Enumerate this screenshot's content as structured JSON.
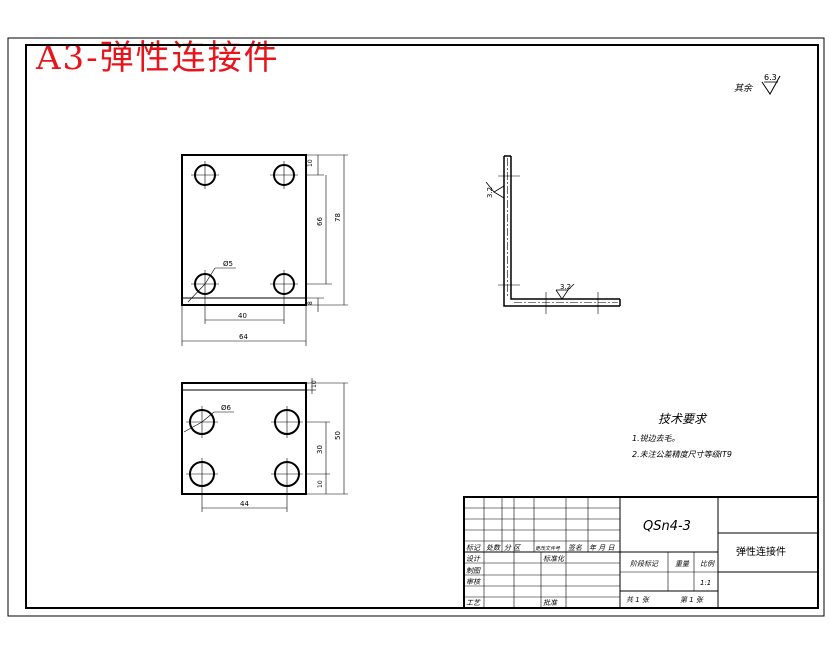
{
  "sheet_title": "A3-弹性连接件",
  "surface_finish": {
    "label": "其余",
    "value": "6.3"
  },
  "top_view": {
    "dims": {
      "hole_top_offset": "10",
      "hole_spacing_v": "66",
      "height_total": "78",
      "hole_diameter": "Ø5",
      "hole_spacing_h": "40",
      "width_total": "64",
      "bottom_offset": "8"
    }
  },
  "side_view": {
    "roughness_vertical": "3.2",
    "roughness_horizontal": "3.2"
  },
  "bottom_view": {
    "dims": {
      "hole_diameter": "Ø6",
      "top_offset": "10",
      "hole_spacing_v": "30",
      "height_total": "50",
      "bottom_offset": "10",
      "hole_spacing_h": "44"
    }
  },
  "tech_requirements": {
    "heading": "技术要求",
    "items": [
      "1.锐边去毛。",
      "2.未注公差精度尺寸等级IT9"
    ]
  },
  "title_block": {
    "material": "QSn4-3",
    "part_name": "弹性连接件",
    "rev_header": [
      "标记",
      "处数",
      "分 区",
      "更改文件号",
      "签名",
      "年 月 日"
    ],
    "designed": "设计",
    "standardized": "标准化",
    "drawn": "制图",
    "checked": "审核",
    "process": "工艺",
    "approved": "批准",
    "stage_mark": "阶段标记",
    "weight": "重量",
    "scale": "比例",
    "scale_value": "1:1",
    "sheets_total": "共 1 张",
    "sheet_no": "第 1 张"
  }
}
